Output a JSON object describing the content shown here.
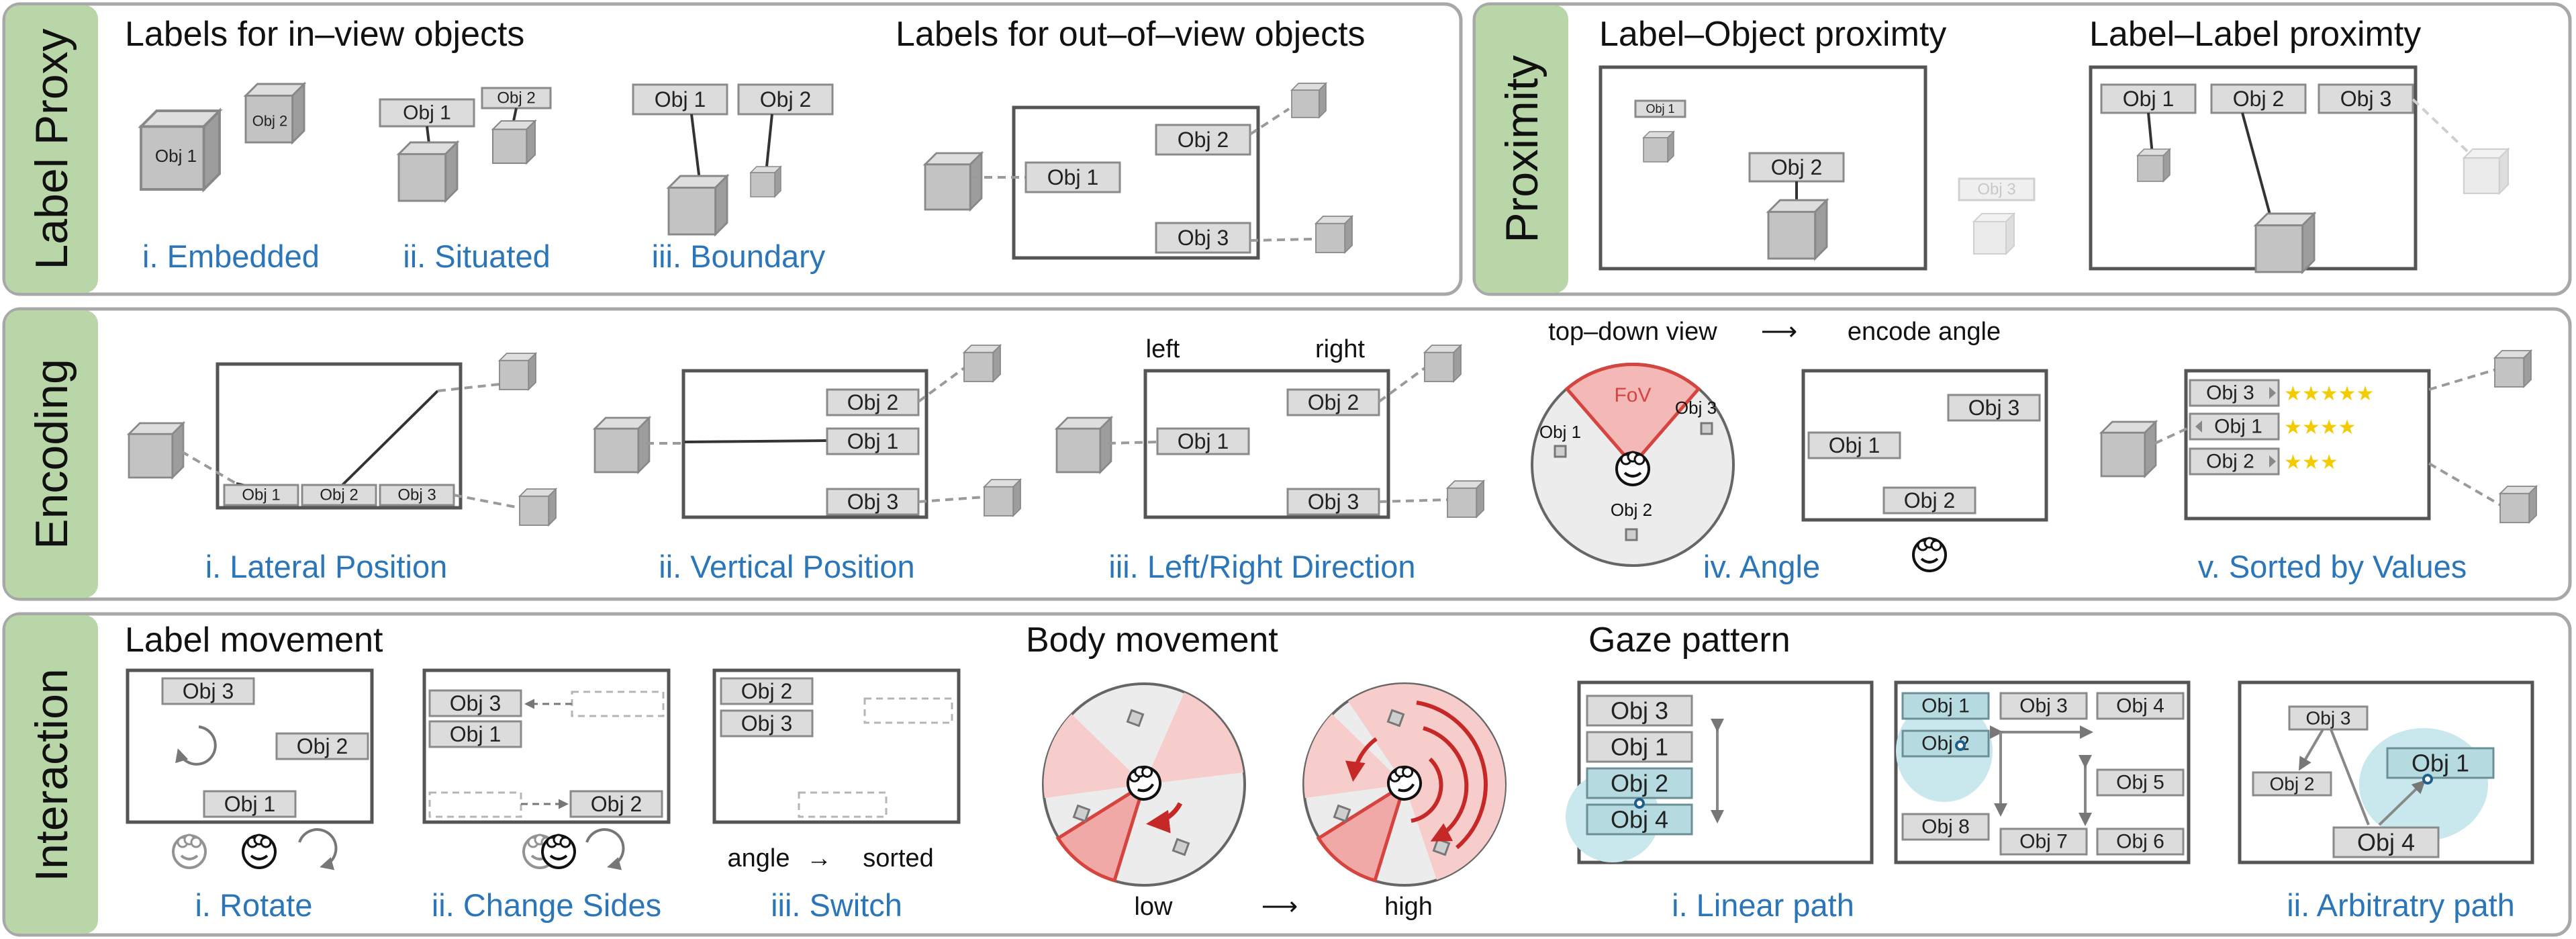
{
  "rows": {
    "label_proxy": {
      "tab": "Label Proxy",
      "heading_in_view": "Labels for in–view objects",
      "heading_out_view": "Labels for out–of–view objects",
      "captions": [
        "i. Embedded",
        "ii. Situated",
        "iii. Boundary"
      ],
      "labels": {
        "obj1": "Obj 1",
        "obj2": "Obj 2",
        "obj3": "Obj 3"
      }
    },
    "proximity": {
      "tab": "Proximity",
      "heading_label_object": "Label–Object proximty",
      "heading_label_label": "Label–Label proximty"
    },
    "encoding": {
      "tab": "Encoding",
      "captions": [
        "i. Lateral Position",
        "ii. Vertical Position",
        "iii. Left/Right Direction",
        "iv. Angle",
        "v. Sorted by Values"
      ],
      "left": "left",
      "right": "right",
      "top_down_view": "top–down view",
      "encode_angle": "encode angle",
      "fov": "FoV",
      "arrow": "⟶",
      "stars": {
        "obj3": "★★★★★",
        "obj1": "★★★★",
        "obj2": "★★★"
      }
    },
    "interaction": {
      "tab": "Interaction",
      "heading_label_movement": "Label movement",
      "heading_body_movement": "Body movement",
      "heading_gaze_pattern": "Gaze pattern",
      "captions": [
        "i. Rotate",
        "ii. Change Sides",
        "iii. Switch",
        "i. Linear path",
        "ii. Arbitratry path"
      ],
      "angle": "angle",
      "sorted": "sorted",
      "arrow": "→",
      "low": "low",
      "high": "high",
      "body_arrow": "⟶",
      "gaze_grid": [
        "Obj 1",
        "Obj 3",
        "Obj 4",
        "Obj 2",
        "Obj 5",
        "Obj 8",
        "Obj 7",
        "Obj 6"
      ],
      "linear_list": [
        "Obj 3",
        "Obj 1",
        "Obj 2",
        "Obj 4"
      ]
    }
  },
  "colors": {
    "tab": "#b9d6a8",
    "caption": "#2b76b9",
    "fov_red": "#d6443f",
    "gaze_cyan": "#a9dde6",
    "star": "#f2cc00"
  }
}
